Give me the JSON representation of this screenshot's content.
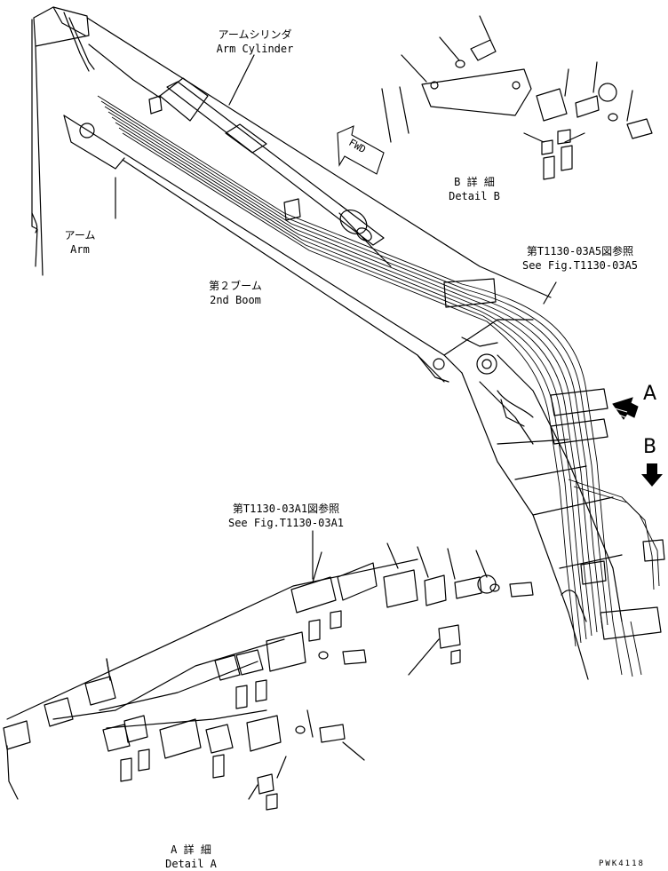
{
  "labels": {
    "arm_cylinder_jp": "アームシリンダ",
    "arm_cylinder_en": "Arm Cylinder",
    "arm_jp": "アーム",
    "arm_en": "Arm",
    "boom_jp": "第２ブーム",
    "boom_en": "2nd Boom",
    "detail_b_jp": "B 詳 細",
    "detail_b_en": "Detail B",
    "ref_a5_jp": "第T1130-03A5図参照",
    "ref_a5_en": "See Fig.T1130-03A5",
    "ref_a1_jp": "第T1130-03A1図参照",
    "ref_a1_en": "See Fig.T1130-03A1",
    "view_a": "A",
    "view_b": "B",
    "fwd": "FWD",
    "detail_a_jp": "A 詳 細",
    "detail_a_en": "Detail A",
    "drawing_code": "PWK4118"
  },
  "icons": [
    "fwd-arrow-icon",
    "view-a-arrow-icon",
    "view-b-arrow-icon"
  ]
}
